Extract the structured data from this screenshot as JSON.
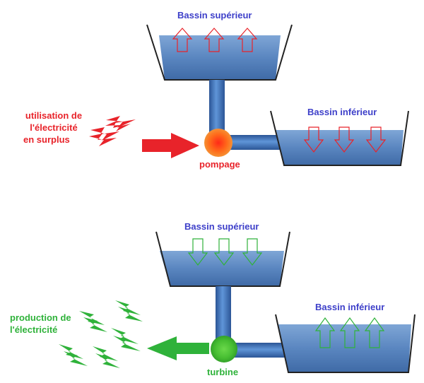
{
  "top_panel": {
    "upper_basin_label": "Bassin supérieur",
    "lower_basin_label": "Bassin inférieur",
    "source_lines": [
      "utilisation de",
      "l'électricité",
      "en surplus"
    ],
    "machine_label": "pompage"
  },
  "bottom_panel": {
    "upper_basin_label": "Bassin supérieur",
    "lower_basin_label": "Bassin inférieur",
    "source_lines": [
      "production de",
      "l'électricité"
    ],
    "machine_label": "turbine"
  },
  "colors": {
    "water": "#5a86c0",
    "pipe": "#3c6db4",
    "pump_accent": "#e8232a",
    "turbine_accent": "#2fb23a",
    "label_blue": "#3d3fc9"
  },
  "icons": {
    "energy_in": "lightning-bolt-icon",
    "energy_out": "lightning-bolt-icon",
    "pump": "pump-ball-icon",
    "turbine": "turbine-ball-icon"
  }
}
